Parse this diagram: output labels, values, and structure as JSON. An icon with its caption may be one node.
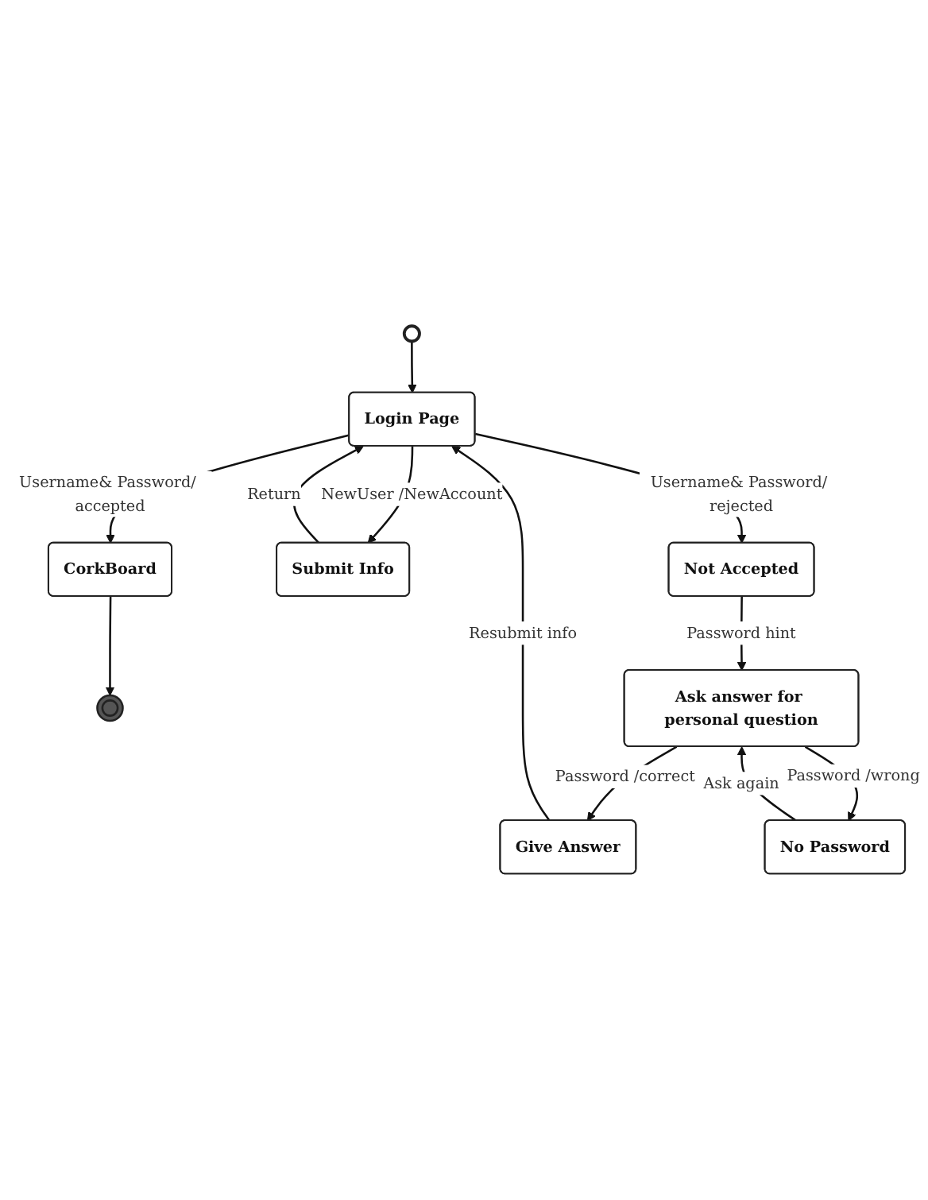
{
  "diagram": {
    "nodes": [
      {
        "text": [],
        "shape": "circle"
      },
      {
        "text": [
          "Login Page"
        ]
      },
      {
        "text": [
          "CorkBoard"
        ]
      },
      {
        "text": [],
        "shape": "bullseye"
      },
      {
        "text": [
          "Submit Info"
        ]
      },
      {
        "text": [
          "Not Accepted"
        ]
      },
      {
        "text": [
          "Ask answer for personal question"
        ]
      },
      {
        "text": [
          "Give Answer"
        ]
      },
      {
        "text": [
          "No Password"
        ]
      }
    ],
    "edges": [
      {
        "from": 0,
        "to": 1,
        "arrow": "to"
      },
      {
        "from": 1,
        "to": 2,
        "arrow": "to",
        "label": "Username& Password/ accepted"
      },
      {
        "from": 2,
        "to": 3,
        "arrow": "to"
      },
      {
        "from": 4,
        "to": 1,
        "arrow": "to",
        "label": "Return"
      },
      {
        "from": 1,
        "to": 4,
        "arrow": "to",
        "label": "NewUser /NewAccount"
      },
      {
        "from": 1,
        "to": 5,
        "arrow": "to",
        "label": "Username& Password/ rejected"
      },
      {
        "from": 5,
        "to": 6,
        "arrow": "to",
        "label": "Password hint"
      },
      {
        "from": 6,
        "to": 7,
        "arrow": "to",
        "label": "Password /correct"
      },
      {
        "from": 7,
        "to": 1,
        "arrow": "to",
        "label": "Resubmit info"
      },
      {
        "from": 6,
        "to": 8,
        "arrow": "to",
        "label": "Password /wrong"
      },
      {
        "from": 8,
        "to": 6,
        "arrow": "to",
        "label": "Ask again"
      }
    ]
  }
}
